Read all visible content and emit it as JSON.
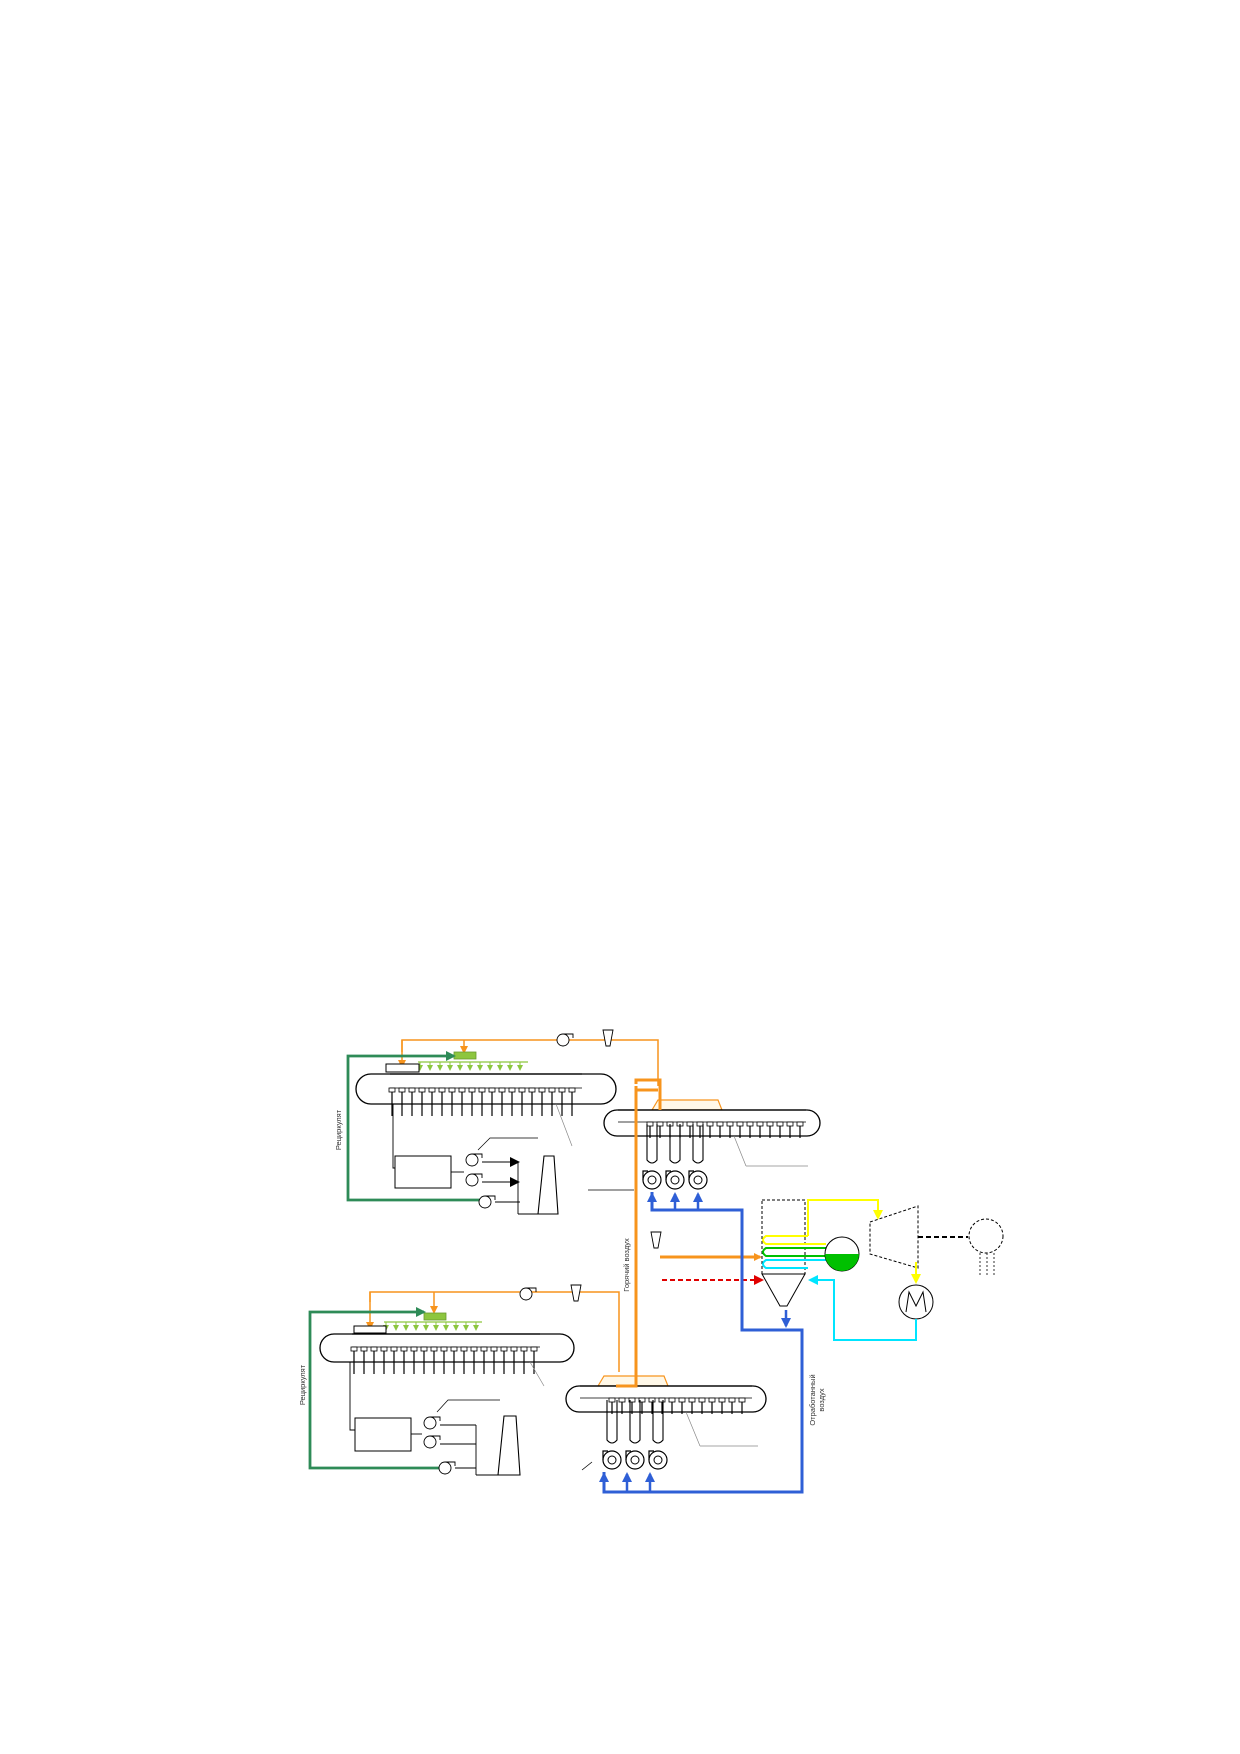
{
  "labels": {
    "recirculate_top": "Рециркулят",
    "recirculate_bottom": "Рециркулят",
    "combustion_air": "Горячий воздух",
    "exhaust_air_line1": "Отработанный",
    "exhaust_air_line2": "воздух"
  },
  "colors": {
    "recirculate": "#2e8b57",
    "combustion_air": "#f7941d",
    "charge": "#8dc63f",
    "exhaust_air": "#2f5fd6",
    "steam": "#ffff00",
    "condensate": "#00e5ff",
    "evaporator": "#00c000",
    "hot_gas": "#e00000"
  }
}
